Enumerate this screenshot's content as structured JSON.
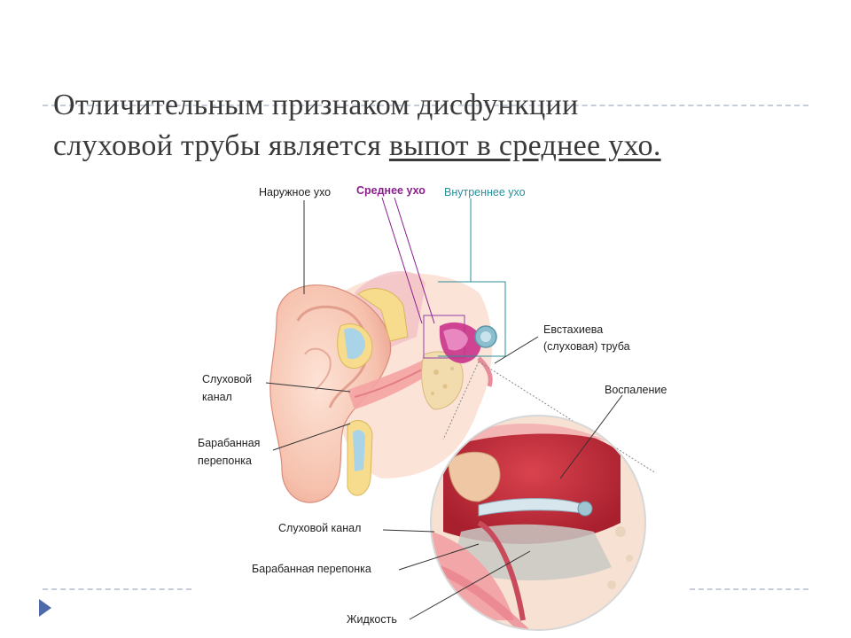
{
  "slide": {
    "title_line1": "Отличительным признаком дисфункции",
    "title_line2_plain": "слуховой трубы является ",
    "title_line2_underlined": "выпот в среднее ухо."
  },
  "labels": {
    "outer_ear": "Наружное ухо",
    "middle_ear": "Среднее ухо",
    "inner_ear": "Внутреннее ухо",
    "eustachian_1": "Евстахиева",
    "eustachian_2": "(слуховая) труба",
    "inflammation": "Воспаление",
    "canal_1": "Слуховой",
    "canal_2": "канал",
    "drum_1": "Барабанная",
    "drum_2": "перепонка",
    "zoom_canal": "Слуховой канал",
    "zoom_drum": "Барабанная перепонка",
    "fluid": "Жидкость"
  },
  "colors": {
    "title_text": "#3a3a3a",
    "middle_ear_label": "#8a1f8c",
    "inner_ear_label": "#2b8f9a",
    "dashed_rule": "#c6cdd8",
    "nav_arrow": "#4f6aa8"
  },
  "icons": {
    "nav": "triangle-right-icon"
  }
}
